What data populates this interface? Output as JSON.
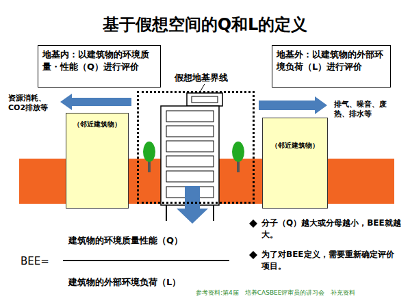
{
  "diagram": {
    "title": "基于假想空间的Q和L的定义",
    "nodes": [
      {
        "text": [
          "地基内：以建筑物的环境质量・性能（Q）进行评价"
        ]
      },
      {
        "text": [
          "地基外：以建筑物的外部环境负荷（L）进行评价"
        ]
      },
      {
        "text": [
          "（邻近建筑物）"
        ]
      },
      {
        "text": [
          "（邻近建筑物）"
        ]
      },
      {
        "text": [
          "假想地基界线"
        ]
      }
    ],
    "labels": [
      "资源消耗、CO2排放等",
      "排气、噪音、废热、排水等",
      "BEE=",
      "建筑物的环境质量性能（Q）",
      "建筑物的外部环境负荷（L）",
      "分子（Q）越大或分母越小，BEE就越大。",
      "为了对BEE定义，需要重新确定评价项目。",
      "参考资料:第4届　培养CASBEE评审员的讲习会　补充资料"
    ]
  }
}
